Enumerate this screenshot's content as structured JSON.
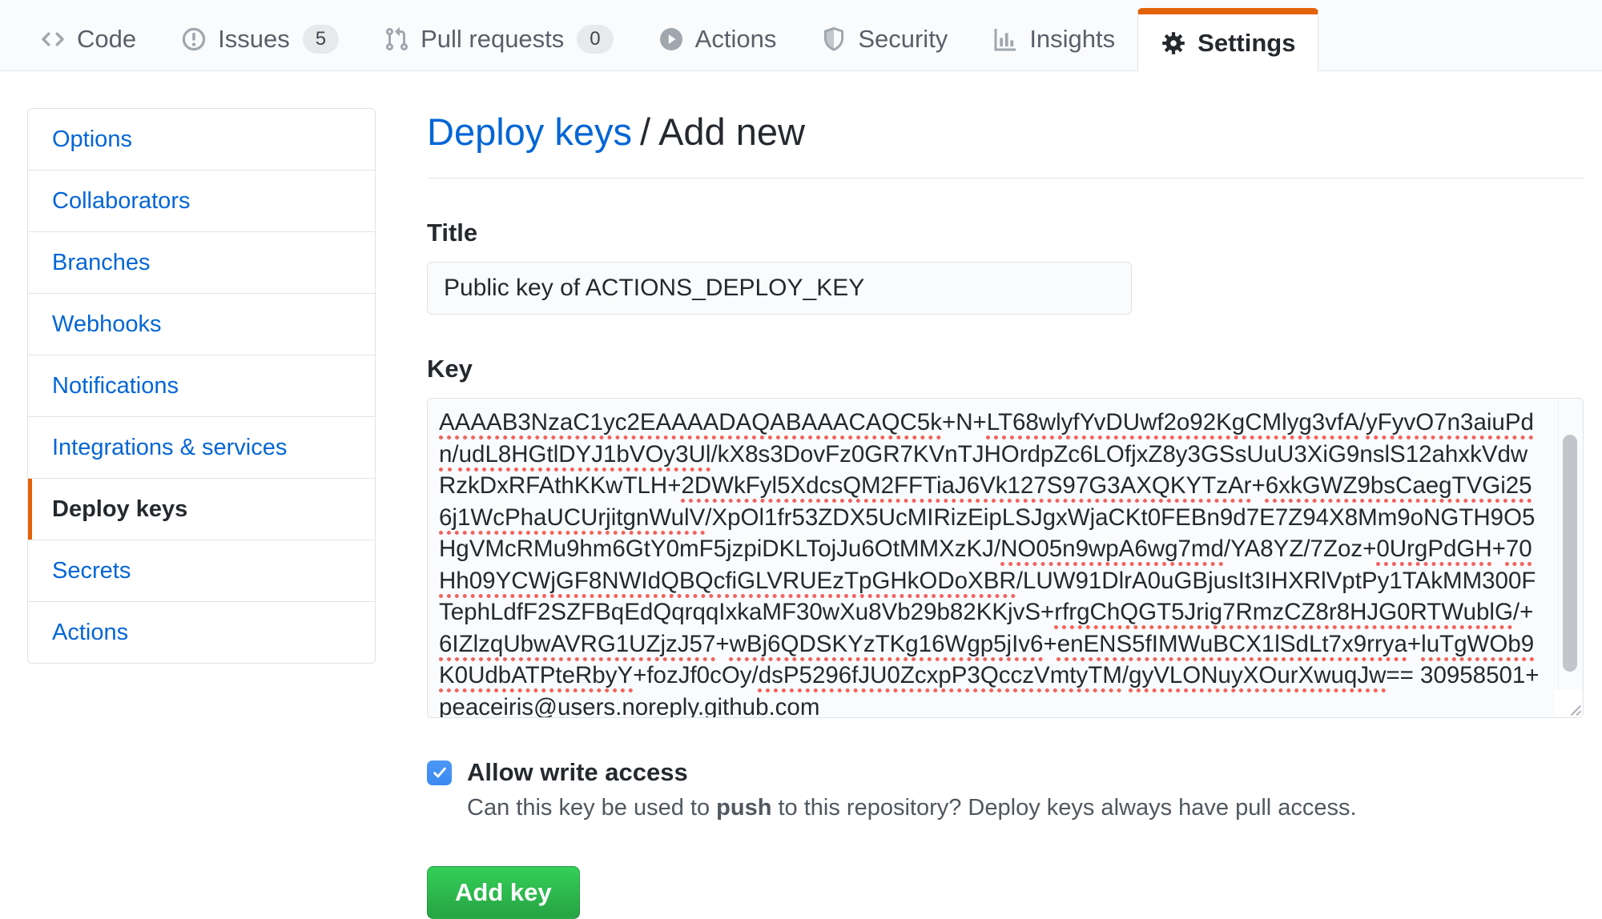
{
  "colors": {
    "accent_orange": "#e36209",
    "link_blue": "#0366d6",
    "button_green": "#28a745",
    "squiggle_red": "#f1645d",
    "checkbox_blue": "#3b8af2",
    "text_dark": "#24292e",
    "text_muted": "#586069",
    "border": "#e1e4e8",
    "header_bg": "#fafbfc",
    "field_bg": "#fafbfc"
  },
  "nav": {
    "tabs": [
      {
        "label": "Code",
        "icon": "code-icon"
      },
      {
        "label": "Issues",
        "icon": "issue-opened-icon",
        "count": "5"
      },
      {
        "label": "Pull requests",
        "icon": "git-pull-request-icon",
        "count": "0"
      },
      {
        "label": "Actions",
        "icon": "play-icon"
      },
      {
        "label": "Security",
        "icon": "shield-icon"
      },
      {
        "label": "Insights",
        "icon": "graph-icon"
      },
      {
        "label": "Settings",
        "icon": "gear-icon",
        "active": true
      }
    ]
  },
  "sidebar": {
    "items": [
      {
        "label": "Options"
      },
      {
        "label": "Collaborators"
      },
      {
        "label": "Branches"
      },
      {
        "label": "Webhooks"
      },
      {
        "label": "Notifications"
      },
      {
        "label": "Integrations & services"
      },
      {
        "label": "Deploy keys",
        "active": true
      },
      {
        "label": "Secrets"
      },
      {
        "label": "Actions"
      }
    ]
  },
  "main": {
    "breadcrumb": {
      "link": "Deploy keys",
      "separator": "/",
      "current": "Add new"
    },
    "title_field": {
      "label": "Title",
      "value": "Public key of ACTIONS_DEPLOY_KEY"
    },
    "key_field": {
      "label": "Key",
      "value": "AAAAB3NzaC1yc2EAAAADAQABAAACAQC5k+N+LT68wlyfYvDUwf2o92KgCMlyg3vfA/yFyvO7n3aiuPdn/udL8HGtlDYJ1bVOy3Ul/kX8s3DovFz0GR7KVnTJHOrdpZc6LOfjxZ8y3GSsUuU3XiG9nslS12ahxkVdwRzkDxRFAthKKwTLH+2DWkFyl5XdcsQM2FFTiaJ6Vk127S97G3AXQKYTzAr+6xkGWZ9bsCaegTVGi256j1WcPhaUCUrjitgnWulV/XpOl1fr53ZDX5UcMIRizEipLSJgxWjaCKt0FEBn9d7E7Z94X8Mm9oNGTH9O5HgVMcRMu9hm6GtY0mF5jzpiDKLTojJu6OtMMXzKJ/NO05n9wpA6wg7md/YA8YZ/7Zoz+0UrgPdGH+70Hh09YCWjGF8NWIdQBQcfiGLVRUEzTpGHkODoXBR/LUW91DlrA0uGBjusIt3IHXRlVptPy1TAkMM300FTephLdfF2SZFBqEdQqrqqIxkaMF30wXu8Vb29b82KKjvS+rfrgChQGT5Jrig7RmzCZ8r8HJG0RTWublG/+6IZlzqUbwAVRG1UZjzJ57+wBj6QDSKYzTKg16Wgp5jIv6+enENS5fIMWuBCX1lSdLt7x9rrya+luTgWOb9K0UdbATPteRbyY+fozJf0cOy/dsP5296fJU0ZcxpP3QcczVmtyTM/gyVLONuyXOurXwuqJw== 30958501+peaceiris@users.noreply.github.com",
      "segments": [
        {
          "t": "AAAAB3NzaC1yc2EAAAADAQABAAACAQC5k",
          "s": true
        },
        {
          "t": "+"
        },
        {
          "t": "N"
        },
        {
          "t": "+"
        },
        {
          "t": "LT68wlyfYvDUwf2o92KgCMlyg3vfA",
          "s": true
        },
        {
          "t": "/"
        },
        {
          "t": "yFyvO7n3aiuPdn",
          "s": true
        },
        {
          "t": "/"
        },
        {
          "t": "udL8HGtlDYJ1bVOy3Ul",
          "s": true
        },
        {
          "t": "/"
        },
        {
          "t": "kX8s3DovFz0GR7KVnTJHOrdpZc6LOfjxZ8y3GSsUuU3XiG9nslS12ahxkVdwRzkDxRFAthKKwTLH"
        },
        {
          "t": "+"
        },
        {
          "t": "2DWkFyl5XdcsQM2FFTiaJ6Vk127S97G3AXQKYTzAr",
          "s": true
        },
        {
          "t": "+"
        },
        {
          "t": "6xkGWZ9bsCaegTVGi256j1WcPhaUCUrjitgnWulV",
          "s": true
        },
        {
          "t": "/"
        },
        {
          "t": "XpOl1fr53ZDX5UcMIRizEipLSJgxWjaCKt0FEBn9d7E7Z94X8Mm9oNGTH9O5HgVMcRMu9hm6GtY0mF5jzpiDKLTojJu6OtMMXzKJ"
        },
        {
          "t": "/"
        },
        {
          "t": "NO05n9wpA6wg7md",
          "s": true
        },
        {
          "t": "/"
        },
        {
          "t": "YA8YZ"
        },
        {
          "t": "/"
        },
        {
          "t": "7Zoz"
        },
        {
          "t": "+"
        },
        {
          "t": "0UrgPdGH",
          "s": true
        },
        {
          "t": "+"
        },
        {
          "t": "70Hh09YCWjGF8NWIdQBQcfiGLVRUEzTpGHkODoXBR",
          "s": true
        },
        {
          "t": "/"
        },
        {
          "t": "LUW91DlrA0uGBjusIt3IHXRlVptPy1TAkMM300FTephLdfF2SZFBqEdQqrqqIxkaMF30wXu8Vb29b82KKjvS"
        },
        {
          "t": "+"
        },
        {
          "t": "rfrgChQGT5Jrig7RmzCZ8r8HJG0RTWublG",
          "s": true
        },
        {
          "t": "/+"
        },
        {
          "t": "6IZlzqUbwAVRG1UZjzJ57",
          "s": true
        },
        {
          "t": "+"
        },
        {
          "t": "wBj6QDSKYzTKg16Wgp5jIv6",
          "s": true
        },
        {
          "t": "+"
        },
        {
          "t": "enENS5fIMWuBCX1lSdLt7x9rrya",
          "s": true
        },
        {
          "t": "+"
        },
        {
          "t": "luTgWOb9K0UdbATPteRbyY",
          "s": true
        },
        {
          "t": "+"
        },
        {
          "t": "fozJf0cOy"
        },
        {
          "t": "/"
        },
        {
          "t": "dsP5296fJU0ZcxpP3QcczVmtyTM",
          "s": true
        },
        {
          "t": "/"
        },
        {
          "t": "gyVLONuyXOurXwuqJw",
          "s": true
        },
        {
          "t": "== 30958501+peaceiris@users.noreply.github.com"
        }
      ]
    },
    "write_access": {
      "checked": true,
      "label": "Allow write access",
      "description_parts": [
        {
          "t": "Can this key be used to "
        },
        {
          "t": "push",
          "b": true
        },
        {
          "t": " to this repository? Deploy keys always have pull access."
        }
      ]
    },
    "submit_label": "Add key"
  }
}
